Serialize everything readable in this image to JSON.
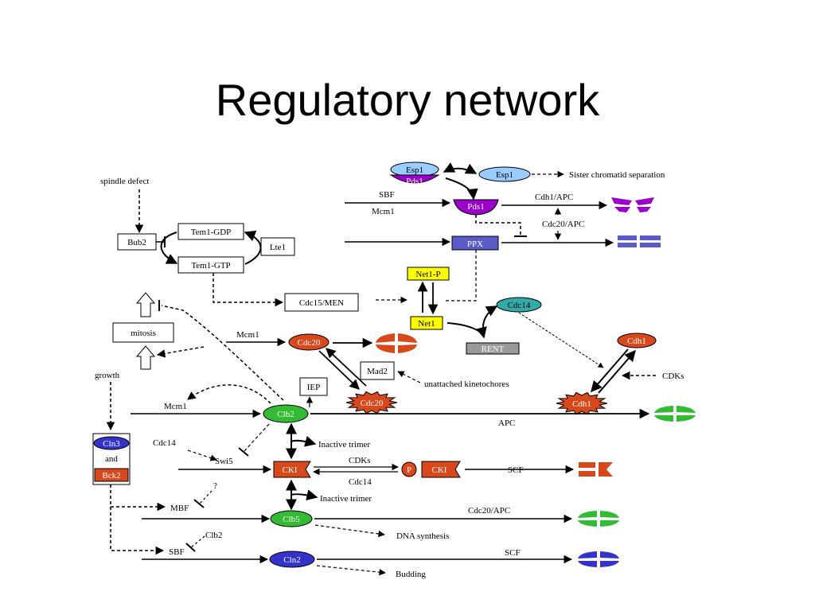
{
  "title": "Regulatory network",
  "labels": {
    "spindle_defect": "spindle defect",
    "bub2": "Bub2",
    "tem1_gdp": "Tem1-GDP",
    "tem1_gtp": "Tem1-GTP",
    "lte1": "Lte1",
    "cdc15_men": "Cdc15/MEN",
    "mitosis": "mitosis",
    "growth": "growth",
    "esp1_complex": "Esp1",
    "pds1_complex": "Pds1",
    "esp1": "Esp1",
    "sister_separation": "Sister chromatid separation",
    "sbf_top": "SBF",
    "mcm1_top": "Mcm1",
    "pds1": "Pds1",
    "cdh1_apc_top": "Cdh1/APC",
    "cdc20_apc_top": "Cdc20/APC",
    "ppx": "PPX",
    "net1_p": "Net1-P",
    "net1": "Net1",
    "cdc14": "Cdc14",
    "rent": "RENT",
    "cdh1_top": "Cdh1",
    "cdks_right": "CDKs",
    "mcm1_mid": "Mcm1",
    "cdc20_top": "Cdc20",
    "mad2": "Mad2",
    "unattached": "unattached kinetochores",
    "iep": "IEP",
    "cdc20_active": "Cdc20",
    "cdh1_active": "Cdh1",
    "mcm1_low": "Mcm1",
    "clb2": "Clb2",
    "apc": "APC",
    "cln3": "Cln3",
    "and": "and",
    "bck2": "Bck2",
    "cdc14_low": "Cdc14",
    "swi5": "Swi5",
    "inactive_trimer_1": "Inactive trimer",
    "cki": "CKI",
    "cdks_low": "CDKs",
    "p": "P",
    "cki_p": "CKI",
    "cdc14_mid": "Cdc14",
    "scf_1": "SCF",
    "inactive_trimer_2": "Inactive trimer",
    "question": "?",
    "mbf": "MBF",
    "cdc20_apc_low": "Cdc20/APC",
    "clb5": "Clb5",
    "dna_synthesis": "DNA synthesis",
    "clb2_small": "Clb2",
    "sbf_low": "SBF",
    "scf_2": "SCF",
    "cln2": "Cln2",
    "budding": "Budding"
  },
  "colors": {
    "purple": "#9900cc",
    "light_blue": "#99ccff",
    "slate_blue": "#5b5bc8",
    "yellow": "#ffff00",
    "teal": "#33aaaa",
    "gray": "#999999",
    "orange_red": "#d9481a",
    "green": "#33bb33",
    "blue": "#3333cc"
  }
}
